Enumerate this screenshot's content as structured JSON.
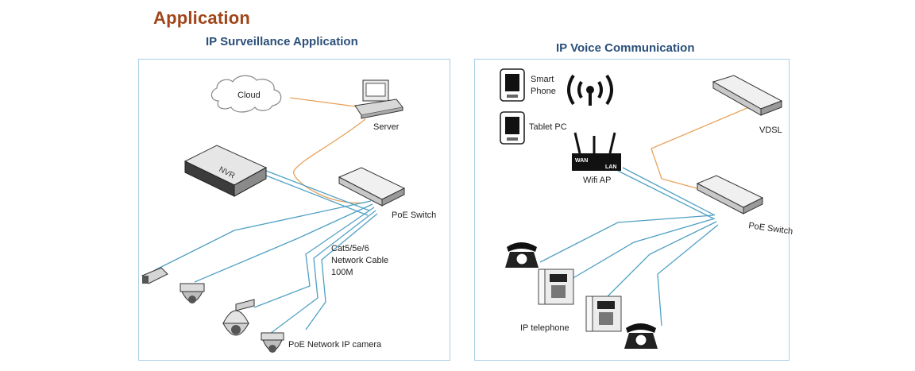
{
  "page": {
    "title": "Application"
  },
  "left_panel": {
    "title": "IP Surveillance Application",
    "labels": {
      "cloud": "Cloud",
      "server": "Server",
      "nvr": "NVR",
      "poe_switch": "PoE Switch",
      "cable_line1": "Cat5/5e/6",
      "cable_line2": "Network Cable",
      "cable_line3": "100M",
      "camera": "PoE Network IP camera"
    }
  },
  "right_panel": {
    "title": "IP Voice Communication",
    "labels": {
      "smart_phone_line1": "Smart",
      "smart_phone_line2": "Phone",
      "tablet_pc": "Tablet PC",
      "wifi_ap": "Wifi AP",
      "wan": "WAN",
      "lan": "LAN",
      "vdsl": "VDSL",
      "poe_switch": "PoE Switch",
      "ip_telephone": "IP telephone"
    }
  },
  "colors": {
    "title_brown": "#a0461a",
    "panel_title_blue": "#2a4f7a",
    "panel_border": "#a9cfe3",
    "cable_blue": "#4fa0c4",
    "cable_orange": "#e8a25a"
  }
}
